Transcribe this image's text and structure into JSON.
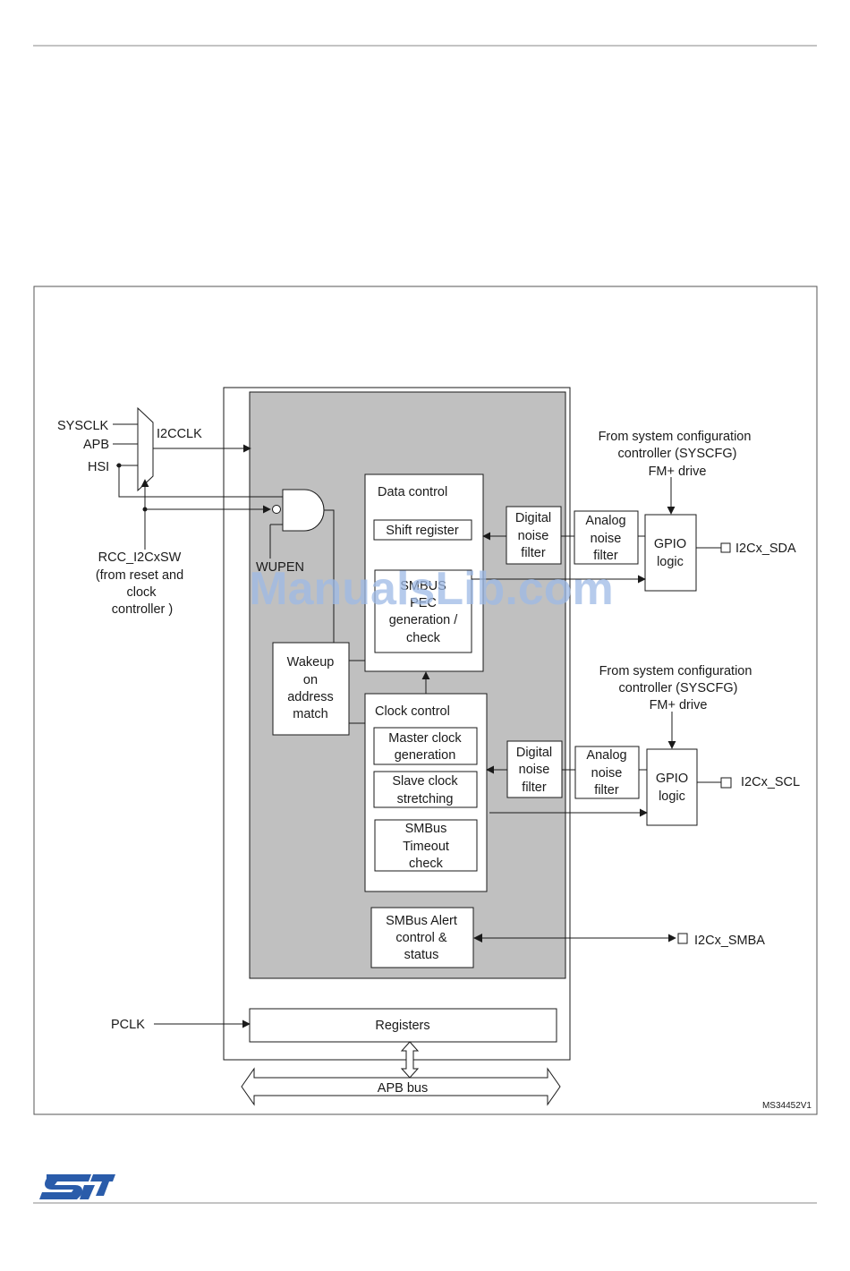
{
  "diagram": {
    "inputs": {
      "sysclk": "SYSCLK",
      "apb": "APB",
      "hsi": "HSI",
      "i2cclk": "I2CCLK",
      "pclk": "PCLK",
      "rcc_line1": "RCC_I2CxSW",
      "rcc_line2": "(from reset and",
      "rcc_line3": "clock",
      "rcc_line4": "controller )",
      "wupen": "WUPEN"
    },
    "blocks": {
      "data_control": "Data control",
      "shift_register": "Shift register",
      "smbus_pec_line1": "SMBUS",
      "smbus_pec_line2": "PEC",
      "smbus_pec_line3": "generation /",
      "smbus_pec_line4": "check",
      "wakeup_line1": "Wakeup",
      "wakeup_line2": "on",
      "wakeup_line3": "address",
      "wakeup_line4": "match",
      "clock_control": "Clock control",
      "master_clock_line1": "Master clock",
      "master_clock_line2": "generation",
      "slave_clock_line1": "Slave clock",
      "slave_clock_line2": "stretching",
      "smbus_timeout_line1": "SMBus",
      "smbus_timeout_line2": "Timeout",
      "smbus_timeout_line3": "check",
      "smbus_alert_line1": "SMBus Alert",
      "smbus_alert_line2": "control  &",
      "smbus_alert_line3": "status",
      "registers": "Registers",
      "apb_bus": "APB bus"
    },
    "filters": {
      "digital_line1": "Digital",
      "digital_line2": "noise",
      "digital_line3": "filter",
      "analog_line1": "Analog",
      "analog_line2": "noise",
      "analog_line3": "filter",
      "gpio_line1": "GPIO",
      "gpio_line2": "logic"
    },
    "syscfg": {
      "line1": "From system configuration",
      "line2": "controller  (SYSCFG)",
      "line3": "FM+ drive"
    },
    "pins": {
      "sda": "I2Cx_SDA",
      "scl": "I2Cx_SCL",
      "smba": "I2Cx_SMBA"
    },
    "figure_id": "MS34452V1",
    "watermark": "ManualsLib.com"
  },
  "colors": {
    "core_fill": "#c0c0c0",
    "line": "#1a1a1a",
    "rule": "#888888",
    "logo": "#2a5caa"
  },
  "icons": {
    "logo": "st-logo"
  }
}
